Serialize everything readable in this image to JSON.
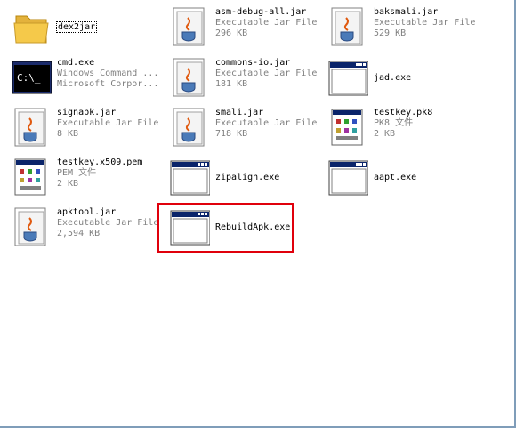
{
  "files": [
    {
      "id": "dex2jar",
      "name": "dex2jar",
      "type": "folder"
    },
    {
      "id": "asm",
      "name": "asm-debug-all.jar",
      "desc": "Executable Jar File",
      "size": "296 KB",
      "type": "jar"
    },
    {
      "id": "baksmali",
      "name": "baksmali.jar",
      "desc": "Executable Jar File",
      "size": "529 KB",
      "type": "jar"
    },
    {
      "id": "cmd",
      "name": "cmd.exe",
      "desc": "Windows Command ...",
      "size": "Microsoft Corpor...",
      "type": "cmd"
    },
    {
      "id": "commons",
      "name": "commons-io.jar",
      "desc": "Executable Jar File",
      "size": "181 KB",
      "type": "jar"
    },
    {
      "id": "jad",
      "name": "jad.exe",
      "type": "exe"
    },
    {
      "id": "signapk",
      "name": "signapk.jar",
      "desc": "Executable Jar File",
      "size": "8 KB",
      "type": "jar"
    },
    {
      "id": "smali",
      "name": "smali.jar",
      "desc": "Executable Jar File",
      "size": "718 KB",
      "type": "jar"
    },
    {
      "id": "testkeypk8",
      "name": "testkey.pk8",
      "desc": "PK8 文件",
      "size": "2 KB",
      "type": "cert"
    },
    {
      "id": "testkeypem",
      "name": "testkey.x509.pem",
      "desc": "PEM 文件",
      "size": "2 KB",
      "type": "cert"
    },
    {
      "id": "zipalign",
      "name": "zipalign.exe",
      "type": "exe"
    },
    {
      "id": "aapt",
      "name": "aapt.exe",
      "type": "exe"
    },
    {
      "id": "apktool",
      "name": "apktool.jar",
      "desc": "Executable Jar File",
      "size": "2,594 KB",
      "type": "jar"
    },
    {
      "id": "rebuild",
      "name": "RebuildApk.exe",
      "type": "exe"
    }
  ],
  "colors": {
    "highlight": "#e0000c",
    "folder": "#f5c94a",
    "window_title": "#0a246a"
  },
  "icons": {
    "folder": "folder-icon",
    "jar": "jar-file-icon",
    "cmd": "command-prompt-icon",
    "exe": "exe-window-icon",
    "cert": "certificate-file-icon"
  }
}
